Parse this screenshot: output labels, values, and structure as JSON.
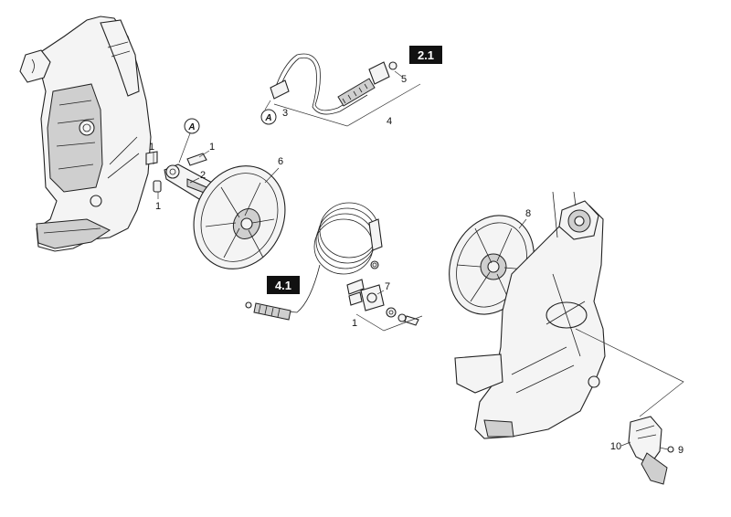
{
  "diagram": {
    "callouts": [
      {
        "id": "lbl-1a",
        "text": "1"
      },
      {
        "id": "lbl-1b",
        "text": "1"
      },
      {
        "id": "lbl-1c",
        "text": "1"
      },
      {
        "id": "lbl-2",
        "text": "2"
      },
      {
        "id": "lbl-3",
        "text": "3"
      },
      {
        "id": "lbl-4",
        "text": "4"
      },
      {
        "id": "lbl-5",
        "text": "5"
      },
      {
        "id": "lbl-6",
        "text": "6"
      },
      {
        "id": "lbl-7",
        "text": "7"
      },
      {
        "id": "lbl-1d",
        "text": "1"
      },
      {
        "id": "lbl-8",
        "text": "8"
      },
      {
        "id": "lbl-9",
        "text": "9"
      },
      {
        "id": "lbl-10",
        "text": "10"
      }
    ],
    "badges": {
      "top": "2.1",
      "mid": "4.1"
    },
    "circle_marks": {
      "first": "A",
      "second": "A"
    }
  }
}
